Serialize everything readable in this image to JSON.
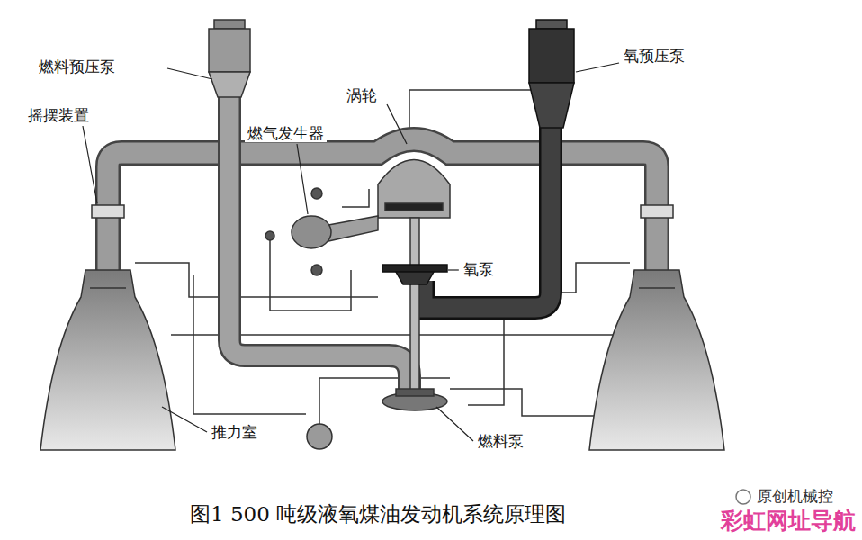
{
  "diagram": {
    "caption": "图1 500 吨级液氧煤油发动机系统原理图",
    "labels": [
      "燃料预压泵",
      "摇摆装置",
      "燃气发生器",
      "涡轮",
      "氧预压泵",
      "氧泵",
      "推力室",
      "燃料泵",
      "原创机械控",
      "彩虹网址导航"
    ]
  }
}
